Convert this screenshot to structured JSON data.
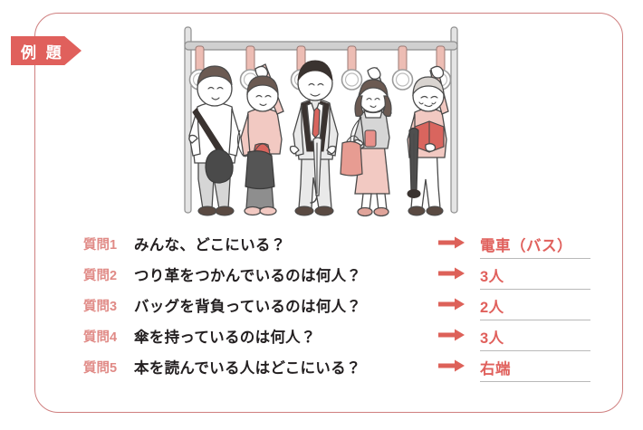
{
  "badge": {
    "label": "例 題",
    "icon": "arrow-tag-icon"
  },
  "illustration": {
    "name": "train-passengers-illustration",
    "description": "電車内で5人の乗客が立っている絵",
    "rail": "handrail",
    "strap_count": 6,
    "people": [
      {
        "id": 1,
        "position": "左端",
        "holding_strap": false,
        "bag": "ショルダーバッグ",
        "umbrella": false,
        "reading": false
      },
      {
        "id": 2,
        "position": "左から2人目",
        "holding_strap": true,
        "bag": "ハンドバッグ",
        "umbrella": true,
        "reading": false
      },
      {
        "id": 3,
        "position": "中央",
        "holding_strap": false,
        "bag": null,
        "umbrella": true,
        "reading": false
      },
      {
        "id": 4,
        "position": "右から2人目",
        "holding_strap": true,
        "bag": "ショルダーバッグ",
        "umbrella": false,
        "reading": false
      },
      {
        "id": 5,
        "position": "右端",
        "holding_strap": true,
        "bag": null,
        "umbrella": true,
        "reading": true
      }
    ]
  },
  "qa": {
    "arrow_icon": "right-arrow-icon",
    "rows": [
      {
        "label": "質問1",
        "question": "みんな、どこにいる？",
        "answer": "電車（バス）"
      },
      {
        "label": "質問2",
        "question": "つり革をつかんでいるのは何人？",
        "answer": "3人"
      },
      {
        "label": "質問3",
        "question": "バッグを背負っているのは何人？",
        "answer": "2人"
      },
      {
        "label": "質問4",
        "question": "傘を持っているのは何人？",
        "answer": "3人"
      },
      {
        "label": "質問5",
        "question": "本を読んでいる人はどこにいる？",
        "answer": "右端"
      }
    ]
  },
  "colors": {
    "frame": "#cf7f7f",
    "badge_bg": "#e0605c",
    "label_pink": "#e08a86",
    "answer_red": "#e0605c",
    "question_black": "#231f20",
    "underline_gray": "#b9b9b9"
  }
}
